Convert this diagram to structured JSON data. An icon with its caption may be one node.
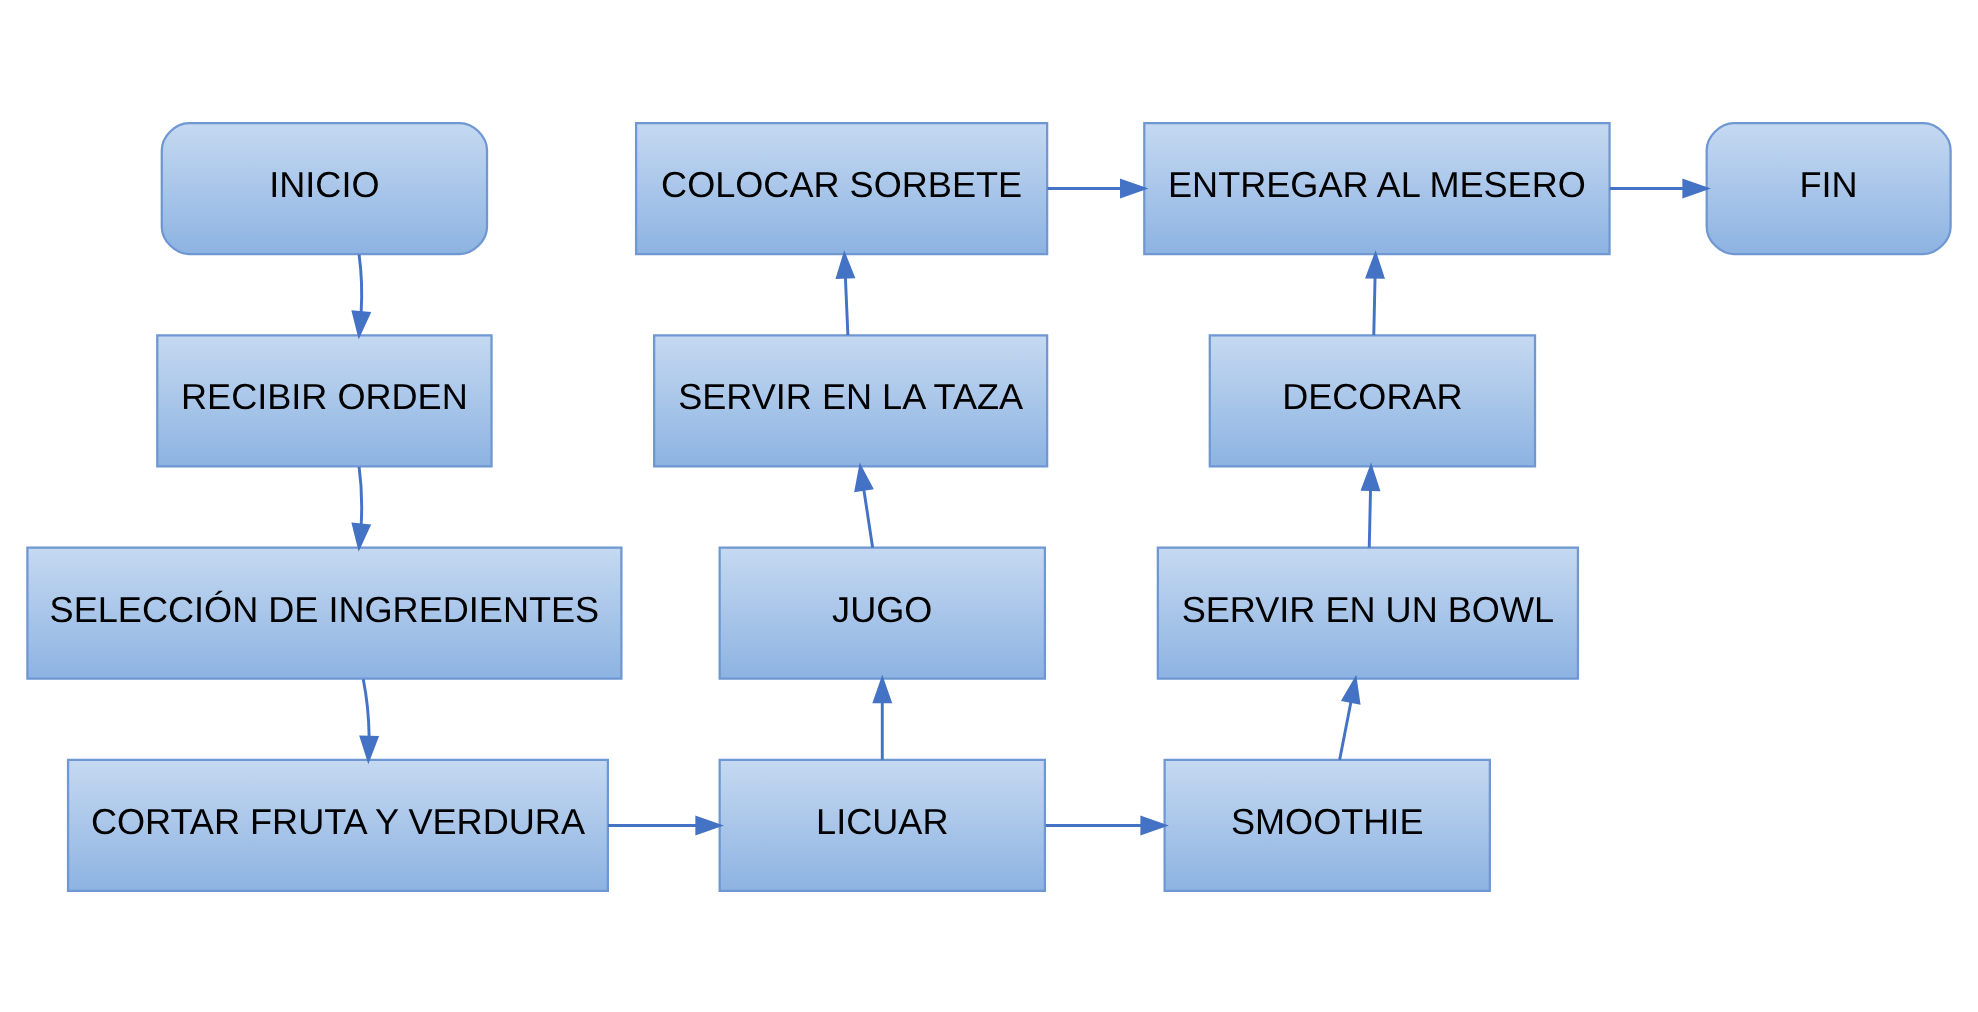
{
  "diagram": {
    "nodes": [
      {
        "text": [
          "INICIO"
        ]
      },
      {
        "text": [
          "RECIBIR ORDEN"
        ]
      },
      {
        "text": [
          "SELECCIÓN DE INGREDIENTES"
        ]
      },
      {
        "text": [
          "CORTAR FRUTA Y VERDURA"
        ]
      },
      {
        "text": [
          "LICUAR"
        ]
      },
      {
        "text": [
          "JUGO"
        ]
      },
      {
        "text": [
          "SERVIR EN LA TAZA"
        ]
      },
      {
        "text": [
          "COLOCAR SORBETE"
        ]
      },
      {
        "text": [
          "ENTREGAR AL MESERO"
        ]
      },
      {
        "text": [
          "FIN"
        ]
      },
      {
        "text": [
          "SMOOTHIE"
        ]
      },
      {
        "text": [
          "SERVIR EN UN BOWL"
        ]
      },
      {
        "text": [
          "DECORAR"
        ]
      }
    ],
    "edges": [
      {
        "from": 0,
        "to": 1,
        "arrow": "to"
      },
      {
        "from": 1,
        "to": 2,
        "arrow": "to"
      },
      {
        "from": 2,
        "to": 3,
        "arrow": "to"
      },
      {
        "from": 3,
        "to": 4,
        "arrow": "to"
      },
      {
        "from": 4,
        "to": 5,
        "arrow": "to"
      },
      {
        "from": 5,
        "to": 6,
        "arrow": "to"
      },
      {
        "from": 6,
        "to": 7,
        "arrow": "to"
      },
      {
        "from": 7,
        "to": 8,
        "arrow": "to"
      },
      {
        "from": 8,
        "to": 9,
        "arrow": "to"
      },
      {
        "from": 4,
        "to": 10,
        "arrow": "to"
      },
      {
        "from": 10,
        "to": 11,
        "arrow": "to"
      },
      {
        "from": 11,
        "to": 12,
        "arrow": "to"
      },
      {
        "from": 12,
        "to": 8,
        "arrow": "to"
      }
    ]
  }
}
